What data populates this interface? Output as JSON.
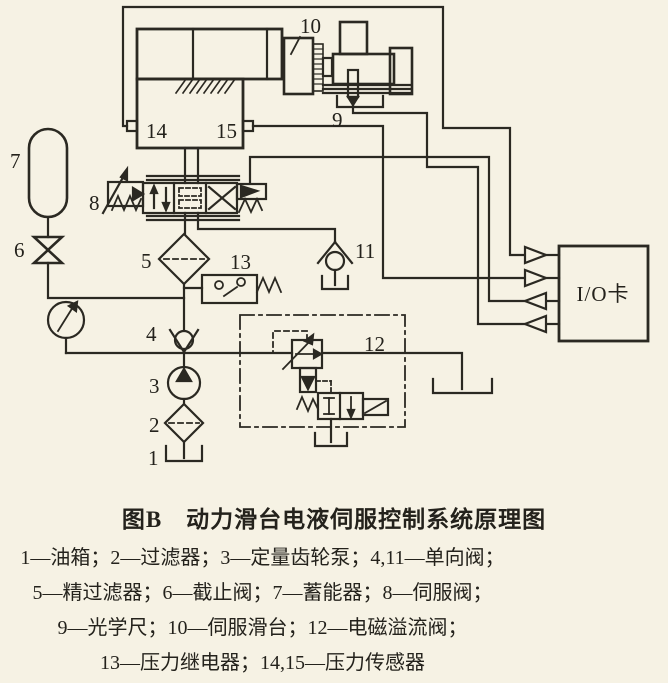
{
  "figure": {
    "title": "图B　动力滑台电液伺服控制系统原理图",
    "legend": [
      "1—油箱；2—过滤器；3—定量齿轮泵；4,11—单向阀；",
      "5—精过滤器；6—截止阀；7—蓄能器；8—伺服阀；",
      "9—光学尺；10—伺服滑台；12—电磁溢流阀；",
      "13—压力继电器；14,15—压力传感器"
    ]
  },
  "io_card": {
    "label": "I/O卡"
  },
  "component_labels": {
    "n1": "1",
    "n2": "2",
    "n3": "3",
    "n4": "4",
    "n5": "5",
    "n6": "6",
    "n7": "7",
    "n8": "8",
    "n9": "9",
    "n10": "10",
    "n11": "11",
    "n12": "12",
    "n13": "13",
    "n14": "14",
    "n15": "15"
  },
  "colors": {
    "ink": "#2b2922",
    "paper": "#f6f2e4"
  }
}
